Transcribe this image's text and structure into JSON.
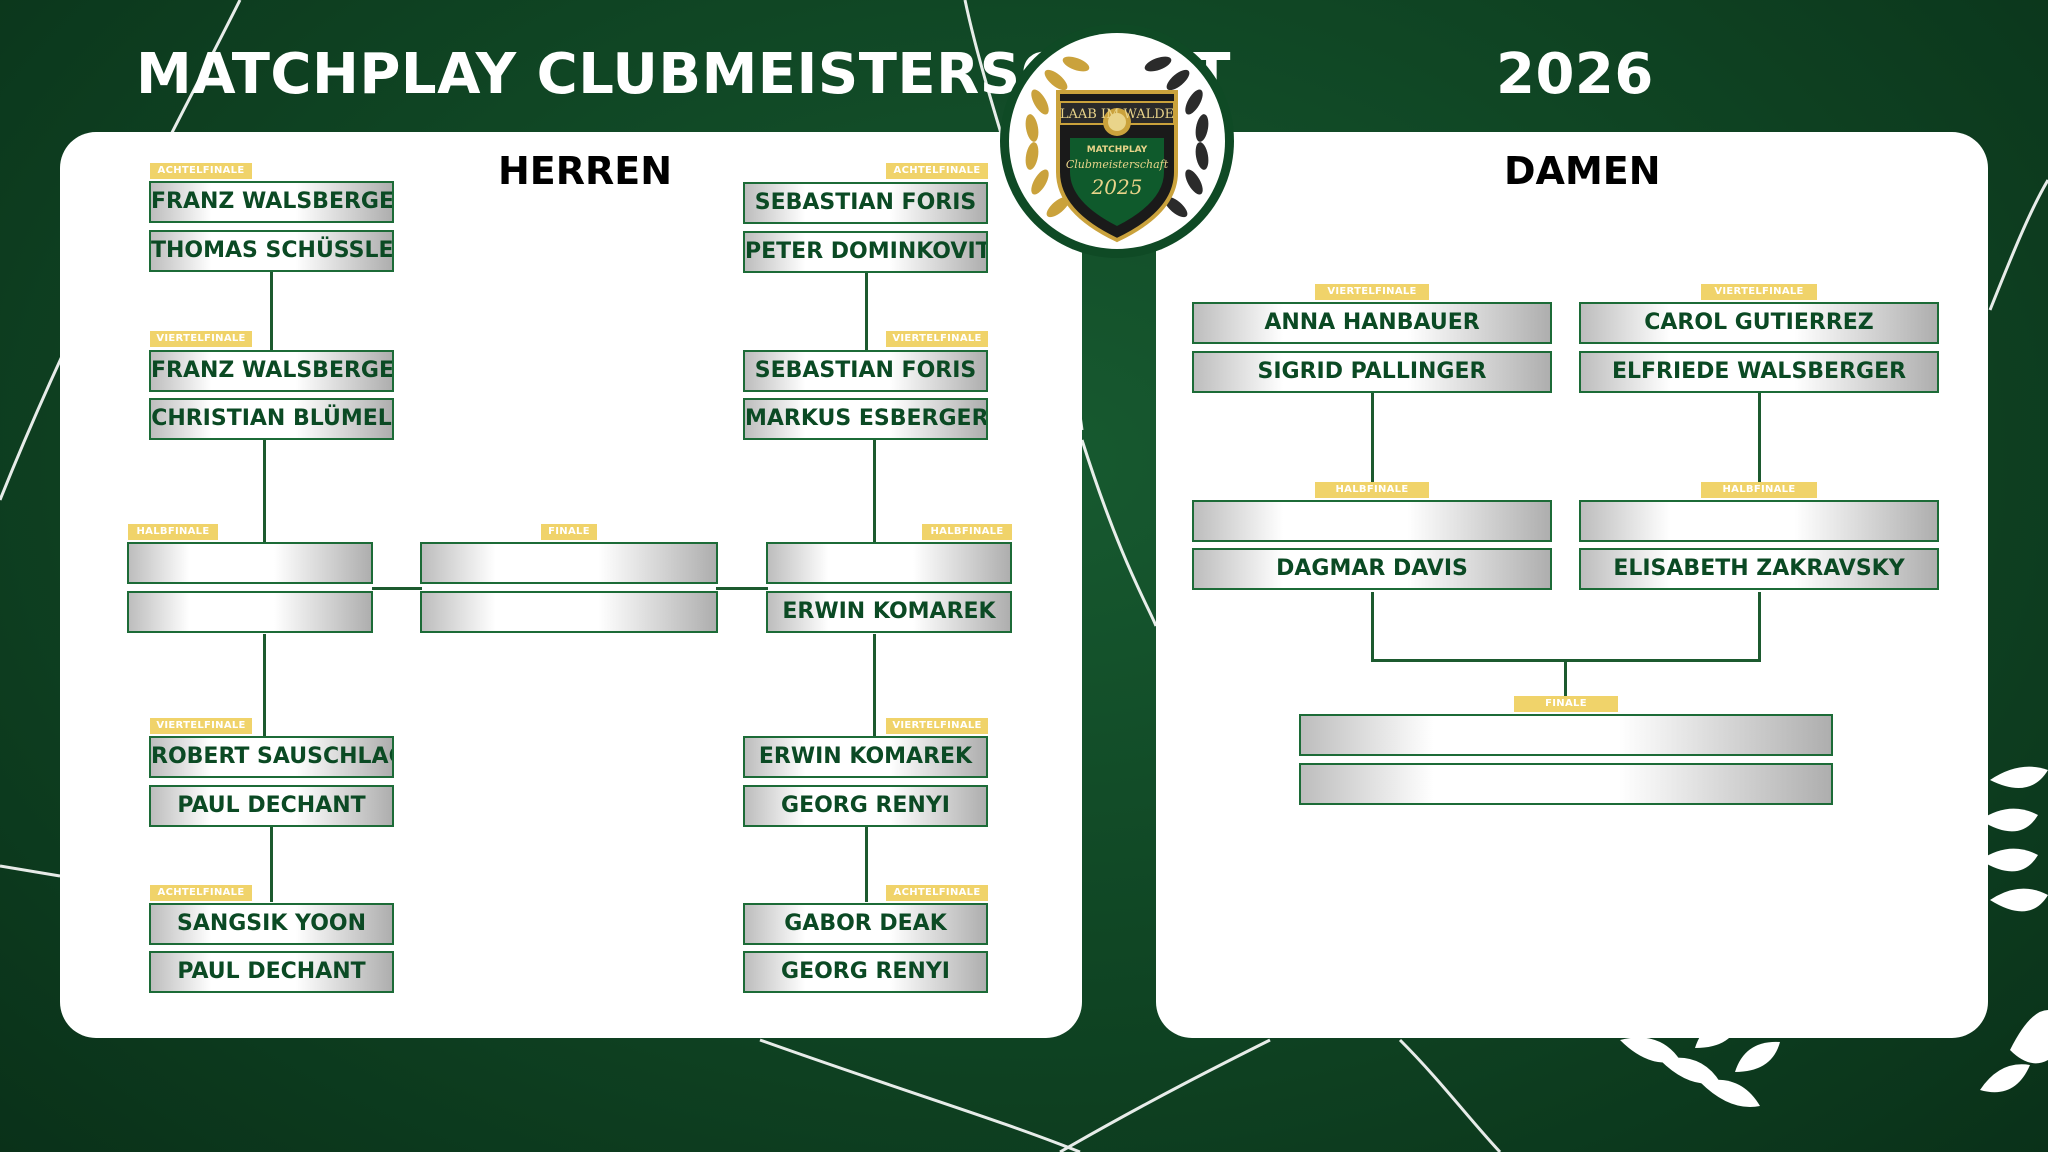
{
  "header": {
    "title": "MATCHPLAY CLUBMEISTERSCHAFT",
    "year": "2026"
  },
  "logo": {
    "ribbon": "LAAB IM WALDE",
    "line1": "MATCHPLAY",
    "line2": "Clubmeisterschaft",
    "year": "2025"
  },
  "herren": {
    "title": "HERREN",
    "rounds": {
      "achtelfinale": "ACHTELFINALE",
      "viertelfinale": "VIERTELFINALE",
      "halbfinale": "HALBFINALE",
      "finale": "FINALE"
    },
    "left": {
      "af1": [
        "FRANZ WALSBERGER",
        "THOMAS SCHÜSSLER"
      ],
      "vf1": [
        "FRANZ WALSBERGER",
        "CHRISTIAN BLÜMEL"
      ],
      "hf": [
        "",
        ""
      ],
      "vf2": [
        "ROBERT SAUSCHLAGER",
        "PAUL DECHANT"
      ],
      "af2": [
        "SANGSIK YOON",
        "PAUL DECHANT"
      ]
    },
    "final": [
      "",
      ""
    ],
    "right": {
      "af1": [
        "SEBASTIAN FORIS",
        "PETER DOMINKOVITS"
      ],
      "vf1": [
        "SEBASTIAN FORIS",
        "MARKUS ESBERGER"
      ],
      "hf": [
        "",
        "ERWIN KOMAREK"
      ],
      "vf2": [
        "ERWIN KOMAREK",
        "GEORG RENYI"
      ],
      "af2": [
        "GABOR DEAK",
        "GEORG RENYI"
      ]
    }
  },
  "damen": {
    "title": "DAMEN",
    "rounds": {
      "viertelfinale": "VIERTELFINALE",
      "halbfinale": "HALBFINALE",
      "finale": "FINALE"
    },
    "left": {
      "vf": [
        "ANNA HANBAUER",
        "SIGRID PALLINGER"
      ],
      "hf": [
        "",
        "DAGMAR DAVIS"
      ]
    },
    "right": {
      "vf": [
        "CAROL GUTIERREZ",
        "ELFRIEDE WALSBERGER"
      ],
      "hf": [
        "",
        "ELISABETH ZAKRAVSKY"
      ]
    },
    "final": [
      "",
      ""
    ]
  },
  "colors": {
    "background": "#0f4423",
    "accent_gold": "#f0d36a",
    "name_text": "#0b4a24",
    "box_border": "#1c6b37"
  }
}
